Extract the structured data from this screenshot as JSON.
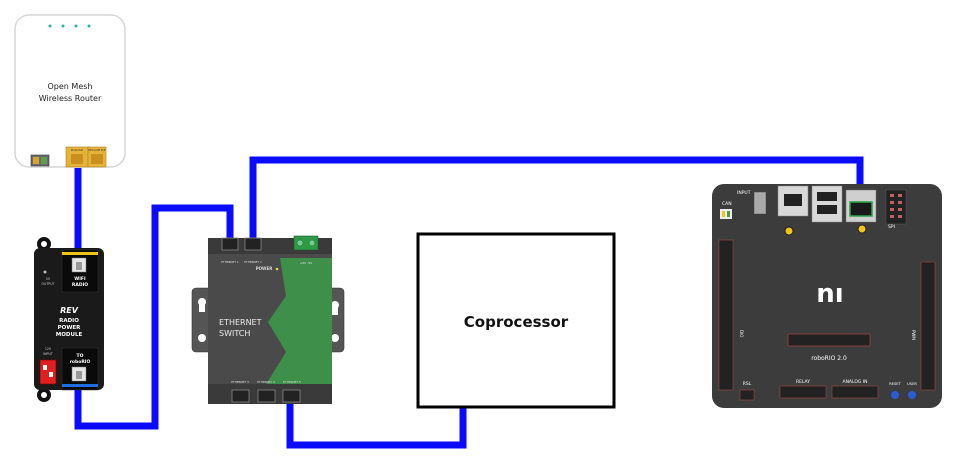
{
  "router": {
    "line1": "Open Mesh",
    "line2": "Wireless Router",
    "port1_label": "PLUG PoE",
    "port2_label": "RECLAIM PoE"
  },
  "radio_module": {
    "brand": "REV",
    "title1": "RADIO",
    "title2": "POWER",
    "title3": "MODULE",
    "wifi1": "WIFI",
    "wifi2": "RADIO",
    "rio1": "TO",
    "rio2": "roboRIO",
    "input1": "12V",
    "input2": "INPUT",
    "side1": "5V",
    "side2": "OUTPUT"
  },
  "switch": {
    "line1": "ETHERNET",
    "line2": "SWITCH",
    "power": "POWER",
    "terminal": "+5V  -5V",
    "port_top1": "ETHERNET 1",
    "port_top2": "ETHERNET 2",
    "port_bot1": "ETHERNET 3",
    "port_bot2": "ETHERNET 4",
    "port_bot3": "ETHERNET 5"
  },
  "coprocessor": {
    "label": "Coprocessor"
  },
  "roborio": {
    "logo": "nı",
    "name": "roboRIO 2.0",
    "input": "INPUT",
    "can": "CAN",
    "spi": "SPI",
    "dio": "DIO",
    "pwm": "PWM",
    "relay": "RELAY",
    "analog_in": "ANALOG IN",
    "rsl": "RSL",
    "reset": "RESET",
    "user": "USER"
  },
  "colors": {
    "cable": "#0a0aff",
    "device_dark": "#3b3b3b",
    "switch_green": "#3e8f4a",
    "port_gold": "#e5b33a"
  }
}
